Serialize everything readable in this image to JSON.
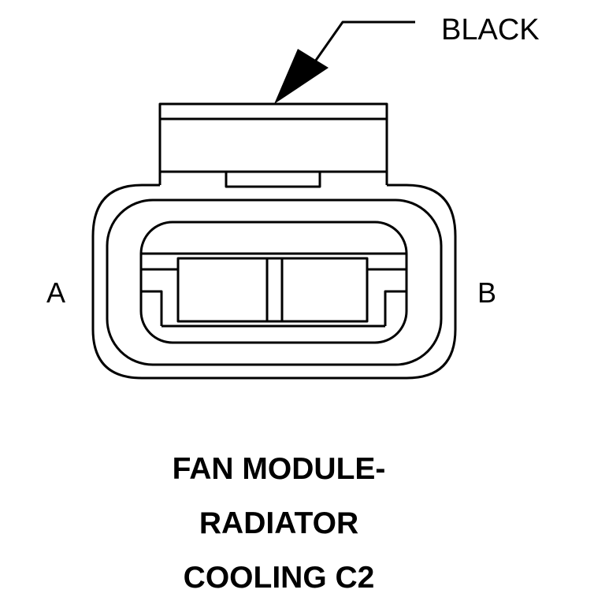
{
  "diagram": {
    "wire_color_label": "BLACK",
    "pin_labels": {
      "left": "A",
      "right": "B"
    },
    "title_lines": [
      "FAN MODULE-",
      "RADIATOR",
      "COOLING C2"
    ],
    "line_color": "#000000",
    "background_color": "#ffffff"
  }
}
